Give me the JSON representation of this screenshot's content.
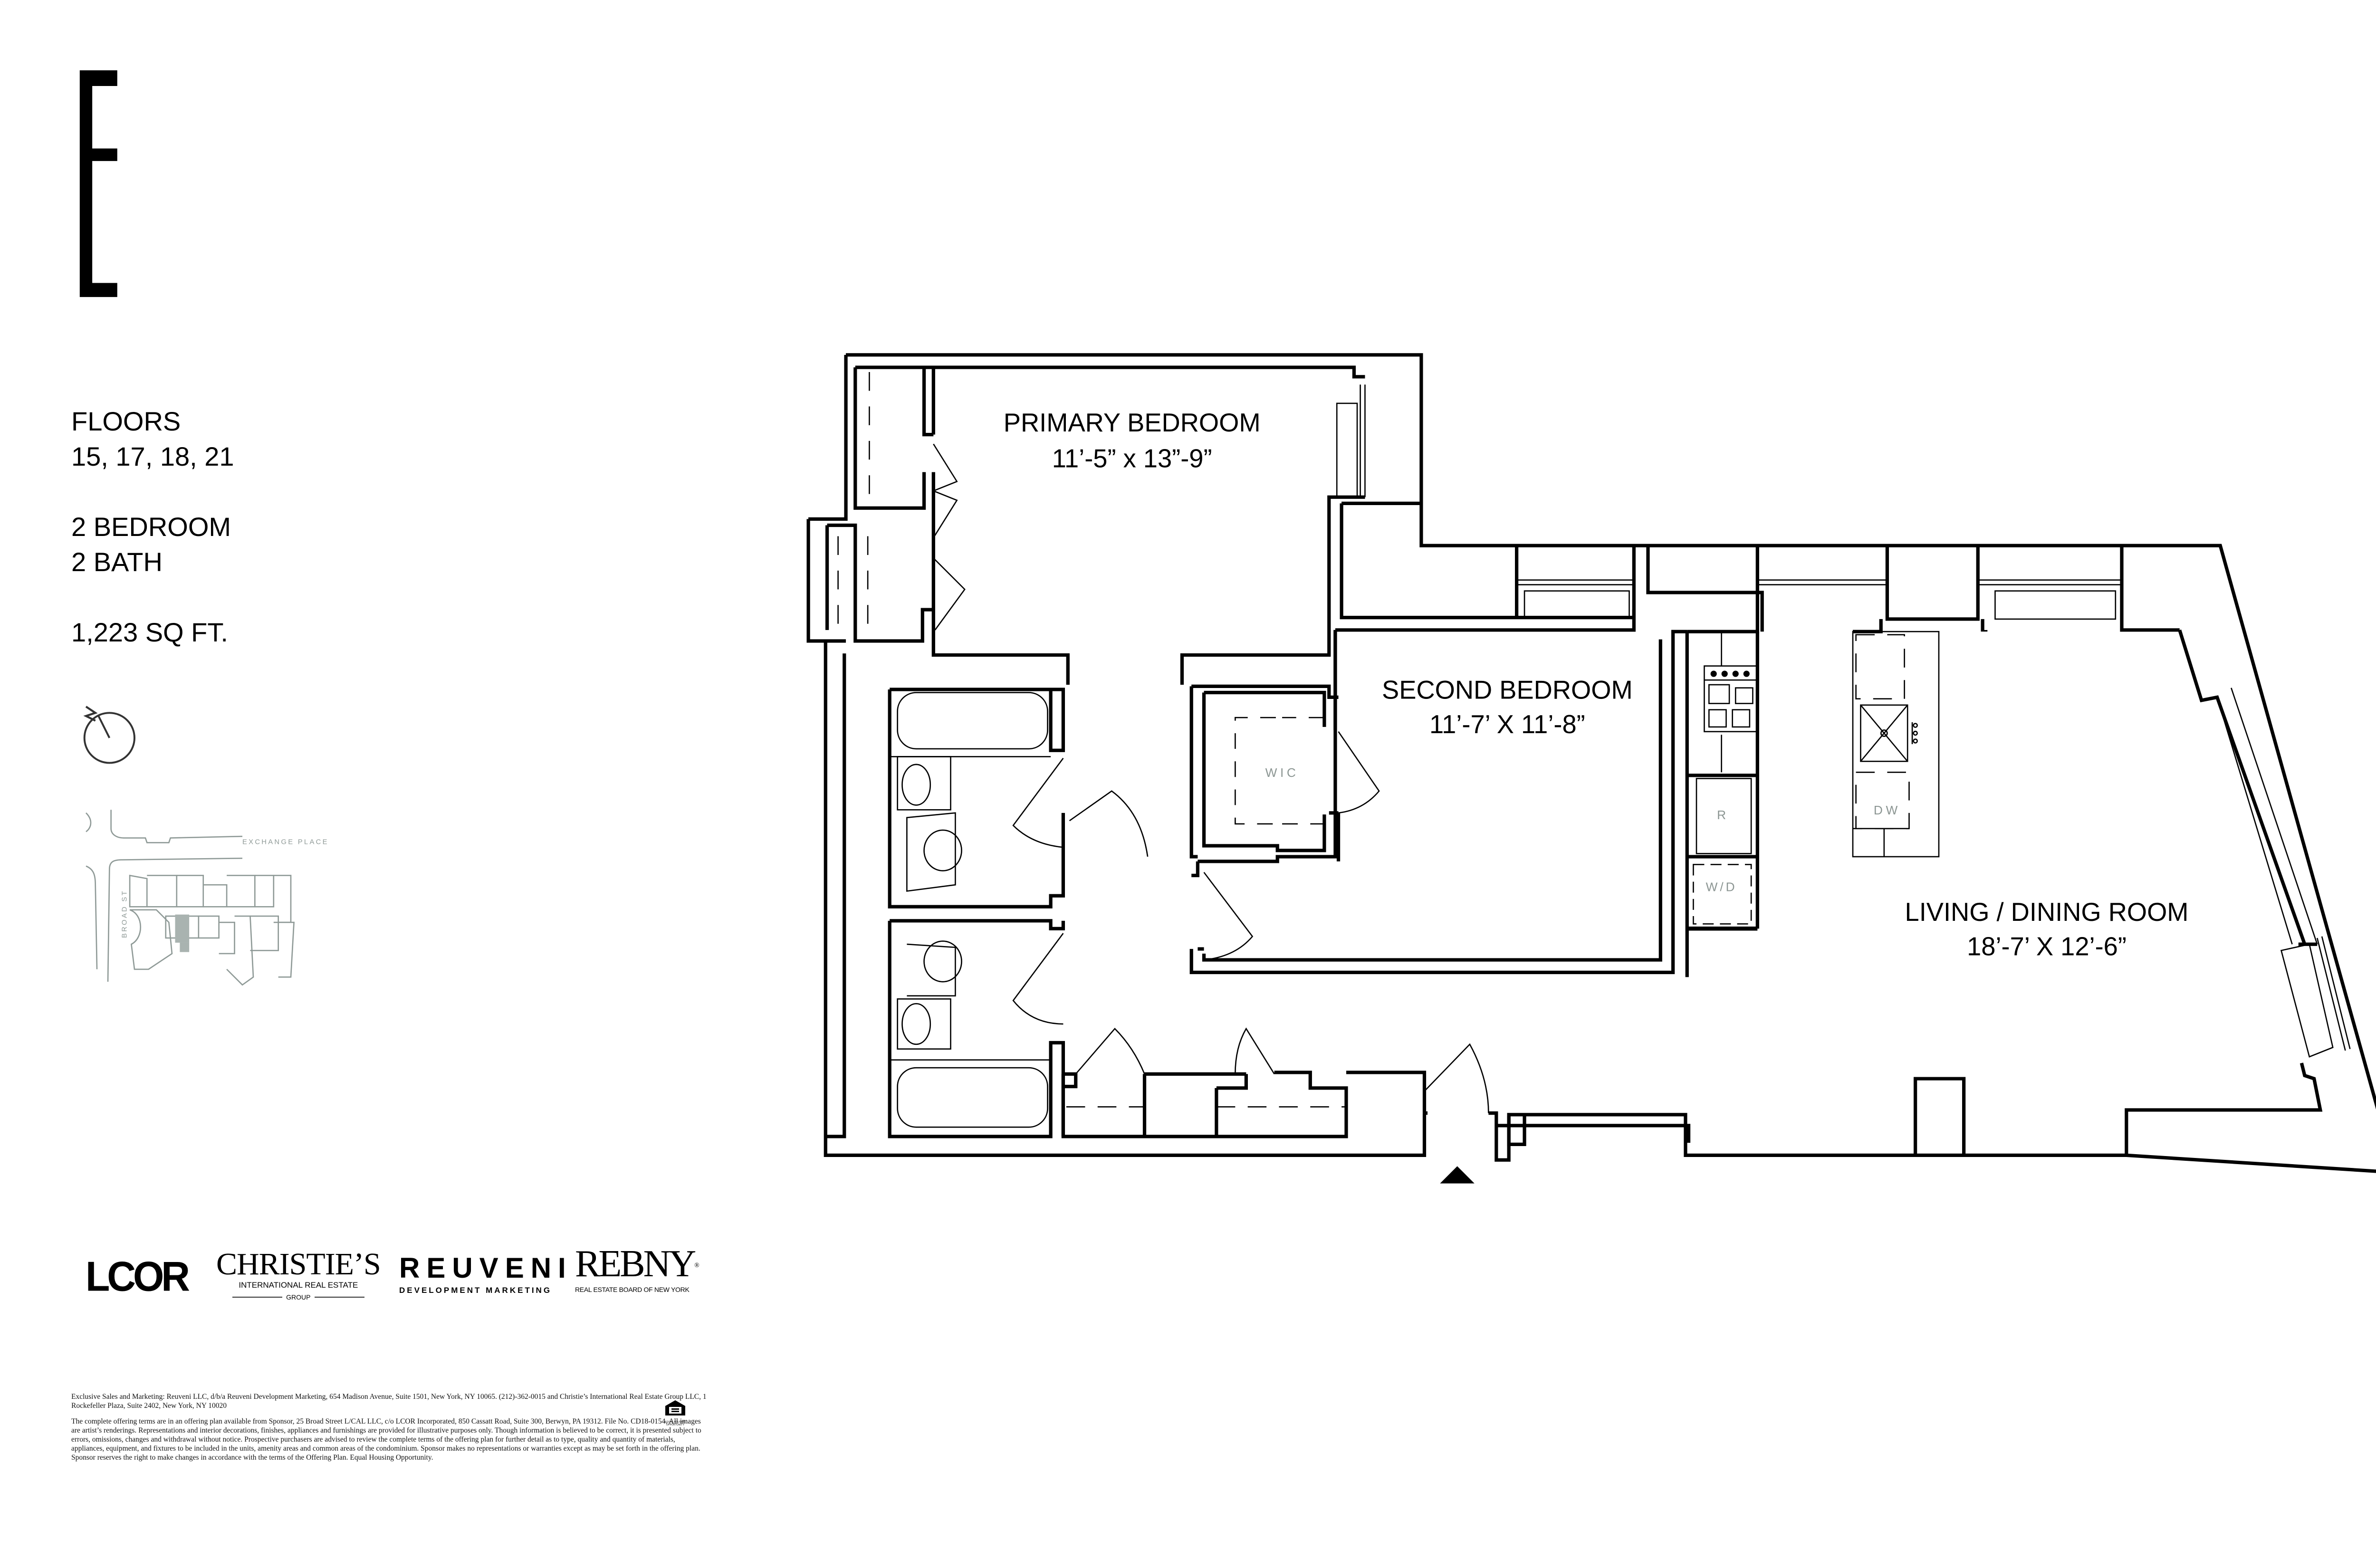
{
  "unit": {
    "letter": "E",
    "floors_label": "FLOORS",
    "floors_value": "15, 17, 18, 21",
    "bedrooms": "2 BEDROOM",
    "baths": "2 BATH",
    "area": "1,223 SQ FT."
  },
  "compass": {
    "label": "N"
  },
  "key_plan": {
    "street_top": "EXCHANGE PLACE",
    "street_left": "BROAD ST",
    "highlight_color": "#a9b3b0",
    "line_color": "#8f9a97"
  },
  "rooms": {
    "primary_bedroom": {
      "name": "PRIMARY BEDROOM",
      "dims": "11’-5” x 13”-9”"
    },
    "second_bedroom": {
      "name": "SECOND BEDROOM",
      "dims": "11’-7’ X 11’-8”"
    },
    "living_dining": {
      "name": "LIVING / DINING ROOM",
      "dims": "18’-7’ X 12’-6”"
    }
  },
  "fixtures": {
    "wic": "WIC",
    "refrigerator": "R",
    "dishwasher": "DW",
    "washer_dryer": "W/D",
    "label_color": "#8c9693"
  },
  "logos": {
    "lcor": "LCOR",
    "christies_main": "CHRISTIE’S",
    "christies_sub": "INTERNATIONAL REAL ESTATE",
    "christies_group": "GROUP",
    "reuveni_main": "REUVENI",
    "reuveni_sub": "DEVELOPMENT MARKETING",
    "rebny_main": "REBNY",
    "rebny_mark": "®",
    "rebny_sub": "REAL ESTATE BOARD OF NEW YORK"
  },
  "legal": {
    "line1": "Exclusive Sales and Marketing: Reuveni LLC, d/b/a Reuveni Development Marketing, 654 Madison Avenue, Suite 1501, New York, NY 10065. (212)-362-0015 and Christie’s International Real Estate Group LLC, 1 Rockefeller Plaza, Suite 2402, New York, NY 10020",
    "line2": "The complete offering terms are in an offering plan available from Sponsor, 25 Broad Street L/CAL LLC, c/o LCOR Incorporated, 850 Cassatt Road, Suite 300, Berwyn, PA 19312. File No. CD18-0154. All images are artist’s renderings. Representations and interior decorations, finishes, appliances and furnishings are provided for illustrative purposes only. Though information is believed to be correct, it is presented subject to errors, omissions, changes and withdrawal without notice. Prospective purchasers are advised to review the complete terms of the offering plan for further detail as to type, quality and quantity of materials, appliances, equipment, and fixtures to be included in the units, amenity areas and common areas of the condominium. Sponsor makes no representations or warranties except as may be set forth in the offering plan. Sponsor reserves the right to make changes in accordance with the terms of the Offering Plan. Equal Housing Opportunity.",
    "eho_caption_1": "EQUAL HOUSING",
    "eho_caption_2": "OPPORTUNITY"
  }
}
